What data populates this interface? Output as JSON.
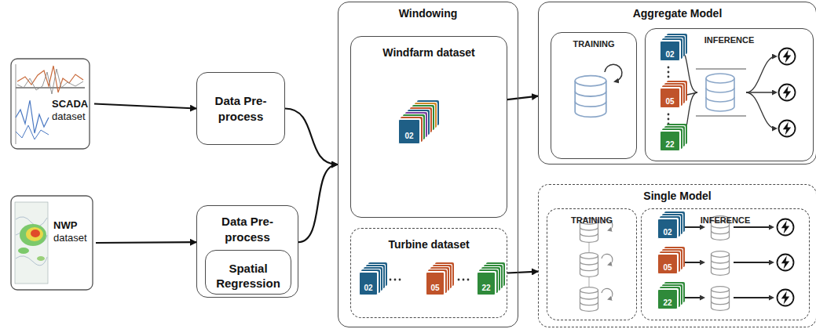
{
  "diagram": {
    "nodes": [
      {
        "text": [
          "SCADA dataset"
        ]
      },
      {
        "text": [
          "Data Pre-process"
        ]
      },
      {
        "text": [
          "NWP dataset"
        ]
      },
      {
        "text": [
          "Data Pre-process"
        ]
      },
      {
        "text": [
          "Spatial Regression"
        ],
        "in": 3
      },
      {
        "text": [
          "Windowing"
        ]
      },
      {
        "text": [
          "Windfarm dataset"
        ],
        "in": 5
      },
      {
        "text": [
          "Turbine dataset"
        ],
        "in": 5
      },
      {
        "text": [
          "Aggregate Model"
        ]
      },
      {
        "text": [
          "TRAINING"
        ],
        "in": 8
      },
      {
        "text": [
          "INFERENCE"
        ],
        "in": 8
      },
      {
        "text": [
          "Single Model"
        ]
      },
      {
        "text": [
          "TRAINING"
        ],
        "in": 11
      },
      {
        "text": [
          "INFERENCE"
        ],
        "in": 11
      },
      {
        "text": [
          "02"
        ],
        "in": 6
      },
      {
        "text": [
          "02"
        ],
        "in": 7
      },
      {
        "text": [
          "05"
        ],
        "in": 7
      },
      {
        "text": [
          "22"
        ],
        "in": 7
      },
      {
        "text": [
          "02"
        ],
        "in": 10
      },
      {
        "text": [
          "05"
        ],
        "in": 10
      },
      {
        "text": [
          "22"
        ],
        "in": 10
      },
      {
        "text": [
          "02"
        ],
        "in": 13
      },
      {
        "text": [
          "05"
        ],
        "in": 13
      },
      {
        "text": [
          "22"
        ],
        "in": 13
      }
    ],
    "edges": [
      {
        "from": 0,
        "to": 1,
        "arrow": "to"
      },
      {
        "from": 2,
        "to": 3,
        "arrow": "to"
      },
      {
        "from": 1,
        "to": 5,
        "arrow": "to"
      },
      {
        "from": 3,
        "to": 5,
        "arrow": "to"
      },
      {
        "from": 6,
        "to": 8,
        "arrow": "to"
      },
      {
        "from": 7,
        "to": 11,
        "arrow": "to"
      }
    ]
  }
}
